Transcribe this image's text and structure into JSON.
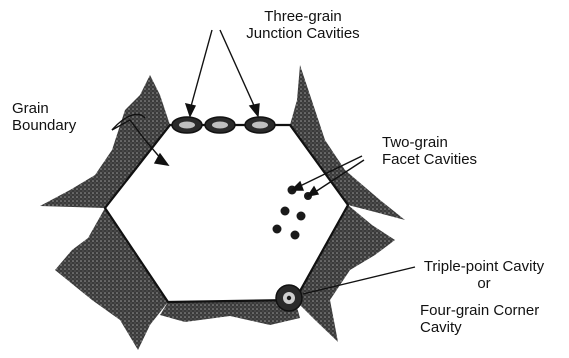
{
  "labels": {
    "three_grain_line1": "Three-grain",
    "three_grain_line2": "Junction Cavities",
    "grain_boundary_line1": "Grain",
    "grain_boundary_line2": "Boundary",
    "two_grain_line1": "Two-grain",
    "two_grain_line2": "Facet Cavities",
    "triple_point": "Triple-point Cavity",
    "or": "or",
    "four_grain_line1": "Four-grain Corner",
    "four_grain_line2": "Cavity"
  },
  "colors": {
    "ink": "#111111",
    "shadow": "#2a2a2a",
    "grain_fill": "#ffffff"
  }
}
